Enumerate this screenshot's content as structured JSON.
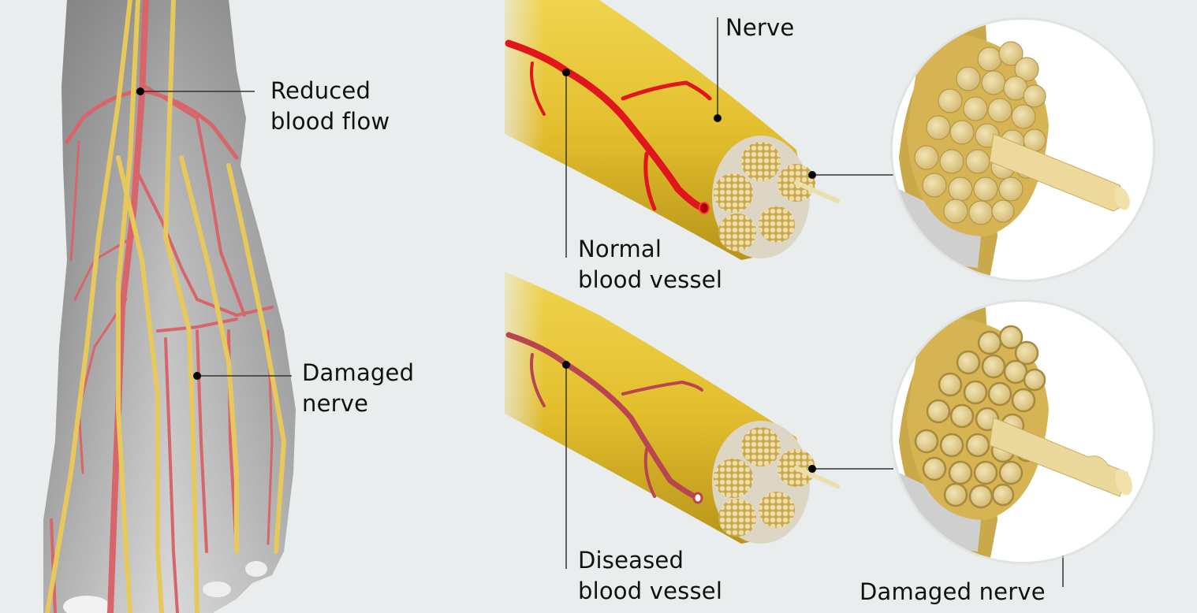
{
  "colors": {
    "background": "#e9edee",
    "skin": "#a8a8a8",
    "nerve_yellow": "#e6c95a",
    "artery_normal": "#e0161c",
    "artery_diseased": "#b8454f",
    "vein_foot": "#d8656a",
    "fascicle": "#e8d9a2",
    "inset_bg": "#ffffff",
    "leader_line": "#333333"
  },
  "foot": {
    "label_reduced_flow": [
      "Reduced",
      "blood flow"
    ],
    "label_damaged_nerve": [
      "Damaged",
      "nerve"
    ]
  },
  "normal_panel": {
    "label_nerve": "Nerve",
    "label_vessel": [
      "Normal",
      "blood vessel"
    ]
  },
  "diseased_panel": {
    "label_vessel": [
      "Diseased",
      "blood vessel"
    ],
    "label_damaged_nerve": "Damaged nerve"
  }
}
